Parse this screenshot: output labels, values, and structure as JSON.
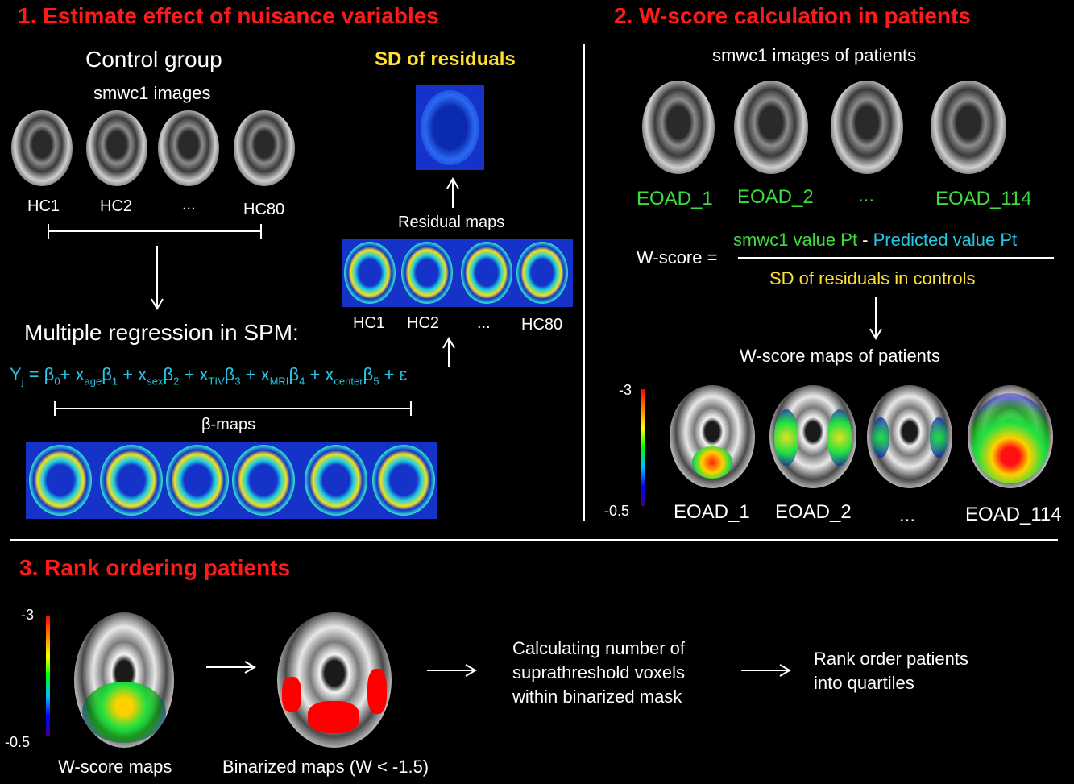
{
  "section1": {
    "title": "1. Estimate effect of nuisance variables",
    "control_group": "Control group",
    "smwc1_images": "smwc1 images",
    "labels": [
      "HC1",
      "HC2",
      "...",
      "HC80"
    ],
    "sd_residuals": "SD of residuals",
    "residual_maps": "Residual maps",
    "residual_labels": [
      "HC1",
      "HC2",
      "...",
      "HC80"
    ],
    "regression": "Multiple regression in SPM:",
    "beta_maps": "β-maps",
    "equation": {
      "y": "Y",
      "j": "j",
      "eq": " = β",
      "b0": "0",
      "p1": "+ x",
      "age": "age",
      "beta1": "β",
      "s1": "1",
      "p2": " + x",
      "sex": "sex",
      "beta2": "β",
      "s2": "2",
      "p3": " + x",
      "tiv": "TIV",
      "beta3": "β",
      "s3": "3",
      "p4": " + x",
      "mri": "MRI",
      "beta4": "β",
      "s4": "4",
      "p5": " + x",
      "center": "center",
      "beta5": "β",
      "s5": "5",
      "tail": " + ε"
    }
  },
  "section2": {
    "title": "2. W-score calculation in patients",
    "smwc1_patients": "smwc1 images of patients",
    "patient_labels": [
      "EOAD_1",
      "EOAD_2",
      "...",
      "EOAD_114"
    ],
    "wscore_eq": "W-score =",
    "numerator_a": "smwc1 value Pt",
    "numerator_minus": " - ",
    "numerator_b": "Predicted value Pt",
    "denominator": "SD of residuals in controls",
    "wscore_maps": "W-score maps of patients",
    "cbar_top": "-3",
    "cbar_bottom": "-0.5",
    "map_labels": [
      "EOAD_1",
      "EOAD_2",
      "...",
      "EOAD_114"
    ]
  },
  "section3": {
    "title": "3. Rank ordering patients",
    "cbar_top": "-3",
    "cbar_bottom": "-0.5",
    "wscore_maps": "W-score maps",
    "binarized_maps": "Binarized maps (W < -1.5)",
    "calc_line1": "Calculating number of",
    "calc_line2": "suprathreshold voxels",
    "calc_line3": "within binarized mask",
    "rank_line1": "Rank order patients",
    "rank_line2": "into quartiles"
  },
  "colors": {
    "title_red": "#ff1a1a",
    "green": "#3ddc3d",
    "cyan": "#23c8e6",
    "yellow": "#ffe033",
    "panel_blue": "#1533c8"
  }
}
